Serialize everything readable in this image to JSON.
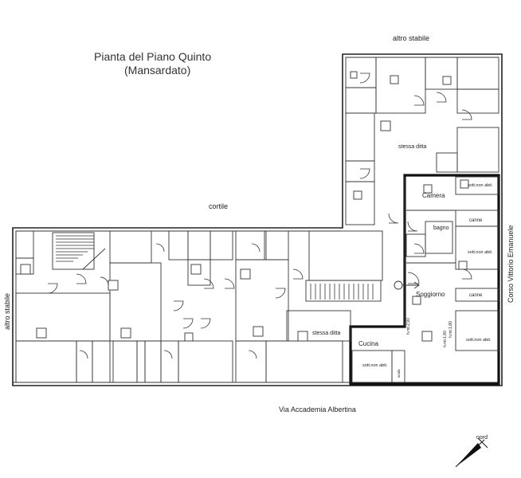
{
  "plan": {
    "title_line1": "Pianta del Piano Quinto",
    "title_line2": "(Mansardato)",
    "labels": {
      "altro_stabile_top": "altro stabile",
      "altro_stabile_left": "altro stabile",
      "cortile": "cortile",
      "stessa_ditta_top": "stessa ditta",
      "stessa_ditta_bottom": "stessa ditta",
      "camera": "Camera",
      "bagno": "bagno",
      "soggiorno": "Soggiorno",
      "cucina": "Cucina",
      "canne_1": "canne",
      "canne_2": "canne",
      "sott_non_abit_1": "sott.non abit.",
      "sott_non_abit_2": "sott.non abit.",
      "sott_non_abit_3": "sott.non abit.",
      "sott_non_abit_4": "sott.non abit.",
      "scala_label": "scala",
      "h_1": "h.mt.2,90",
      "h_2": "h.mt.1,80",
      "h_3": "h.mt.1,80",
      "corso": "Corso Vittorio Emanuele",
      "via": "Via Accademia Albertina",
      "nord": "nord"
    }
  }
}
